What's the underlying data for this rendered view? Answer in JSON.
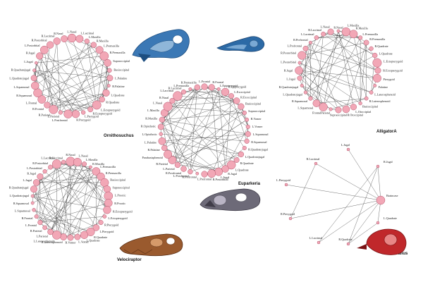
{
  "colors": {
    "node_fill": "#f2a7b6",
    "node_stroke": "#a23c57",
    "edge": "#333333"
  },
  "networks": [
    {
      "id": "ornithosuchus",
      "title": "Ornithosuchus",
      "labels": [
        "L.Nasal",
        "L.Lacrimal",
        "L.Maxilla",
        "R.Maxilla",
        "L.Premaxilla",
        "R.Premaxilla",
        "Supraoccipital",
        "Basioccipital",
        "L.Palatine",
        "R.Palatine",
        "L.Quadrate",
        "R.Quadrate",
        "L.Ectopterygoid",
        "R.Ectopterygoid",
        "L.Pterygoid",
        "R.Pterygoid",
        "L.Postfrontal",
        "L.Parietal",
        "R.Parietal",
        "R.Frontal",
        "L.Frontal",
        "R.Squamosal",
        "L.Squamosal",
        "L.Quadratojugal",
        "R.Quadratojugal",
        "L.Jugal",
        "R.Jugal",
        "L.Postorbital",
        "R.Postorbital",
        "R.Lacrimal",
        "R.Nasal"
      ]
    },
    {
      "id": "euparkeria",
      "title": "Euparkeria",
      "labels": [
        "L.Frontal",
        "R.Frontal",
        "L.Epipterygoid",
        "R.Epipterygoid",
        "L.Exoccipital",
        "R.Exoccipital",
        "Basioccipital",
        "Supraoccipital",
        "R.Vomer",
        "L.Vomer",
        "L.Squamosal",
        "R.Squamosal",
        "R.Quadratojugal",
        "L.Quadratojugal",
        "R.Quadrate",
        "L.Quadrate",
        "R.Jugal",
        "L.Jugal",
        "R.Postorbital",
        "L.Prefrontal",
        "R.Prefrontal",
        "L.Postfrontal",
        "R.Postfrontal",
        "L.Parietal",
        "R.Parietal",
        "Parabasisphenoid",
        "R.Palatine",
        "L.Palatine",
        "L.Opisthotic",
        "R.Opisthotic",
        "R.Maxilla",
        "L.Maxilla",
        "L.Nasal",
        "R.Nasal",
        "L.Lacrimal",
        "R.Lacrimal",
        "L.Premaxilla",
        "R.Premaxilla"
      ]
    },
    {
      "id": "alligator",
      "title": "AlligatorA",
      "labels": [
        "R.Nasal",
        "L.Maxilla",
        "R.Maxilla",
        "L.Premaxilla",
        "R.Premaxilla",
        "R.Quadrate",
        "L.Quadrate",
        "L.Ectopterygoid",
        "R.Ectopterygoid",
        "Pterygoid",
        "Palatine",
        "L.Laterosphenoid",
        "R.Laterosphenoid",
        "Basioccipital",
        "L.Otoccipital",
        "R.Otoccipital",
        "Supraoccipital",
        "Parietal",
        "Frontal",
        "L.Squamosal",
        "R.Squamosal",
        "L.Quadratojugal",
        "R.Quadratojugal",
        "L.Jugal",
        "R.Jugal",
        "L.Postorbital",
        "R.Postorbital",
        "L.Prefrontal",
        "R.Prefrontal",
        "L.Lacrimal",
        "R.Lacrimal",
        "L.Nasal"
      ]
    },
    {
      "id": "velociraptor",
      "title": "Velociraptor",
      "labels": [
        "R.Nasal",
        "L.Nasal",
        "L.Maxilla",
        "R.Maxilla",
        "L.Premaxilla",
        "R.Premaxilla",
        "Basioccipital",
        "Supraoccipital",
        "L.Prootic",
        "R.Prootic",
        "R.Ectopterygoid",
        "L.Ectopterygoid",
        "R.Pterygoid",
        "L.Pterygoid",
        "R.Quadrate",
        "L.Quadrate",
        "L.Vomer",
        "R.Vomer",
        "R.Laterosphenoid",
        "L.Laterosphenoid",
        "L.Parietal",
        "R.Parietal",
        "L.Frontal",
        "R.Frontal",
        "L.Squamosal",
        "R.Squamosal",
        "L.Quadratojugal",
        "R.Quadratojugal",
        "L.Jugal",
        "R.Jugal",
        "L.Postorbital",
        "R.Postorbital",
        "L.Lacrimal",
        "R.Lacrimal"
      ]
    },
    {
      "id": "gallus",
      "title": "Gallus",
      "labels": [
        "L.Jugal",
        "R.Jugal",
        "Braincase",
        "L.Quadrate",
        "R.Quadrate",
        "R.Lacrimal",
        "L.Lacrimal",
        "L.Pterygoid",
        "R.Pterygoid"
      ]
    }
  ],
  "skulls": [
    {
      "id": "skull-blue-lateral",
      "colors": [
        "#3b78b5",
        "#8fb6d9",
        "#1d4e80"
      ]
    },
    {
      "id": "skull-blue-small",
      "colors": [
        "#2c6aa6",
        "#7aa9d4",
        "#173f6b"
      ]
    },
    {
      "id": "skull-gray",
      "colors": [
        "#6d6a78",
        "#b9b4c4",
        "#3f3c48"
      ]
    },
    {
      "id": "skull-brown",
      "colors": [
        "#9a5a2e",
        "#d69a6a",
        "#5a2f15"
      ]
    },
    {
      "id": "skull-red",
      "colors": [
        "#c0282b",
        "#e88686",
        "#7a1214"
      ]
    }
  ]
}
